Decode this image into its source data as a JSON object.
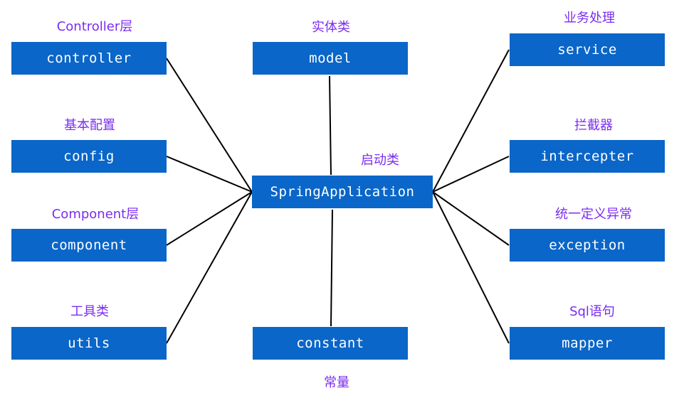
{
  "colors": {
    "box_fill": "#0a66c8",
    "box_text": "#ffffff",
    "caption_text": "#7a2df0",
    "connector": "#000000"
  },
  "center": {
    "label": "SpringApplication",
    "caption": "启动类"
  },
  "nodes": {
    "controller": {
      "label": "controller",
      "caption": "Controller层"
    },
    "config": {
      "label": "config",
      "caption": "基本配置"
    },
    "component": {
      "label": "component",
      "caption": "Component层"
    },
    "utils": {
      "label": "utils",
      "caption": "工具类"
    },
    "model": {
      "label": "model",
      "caption": "实体类"
    },
    "constant": {
      "label": "constant",
      "caption": "常量"
    },
    "service": {
      "label": "service",
      "caption": "业务处理"
    },
    "intercepter": {
      "label": "intercepter",
      "caption": "拦截器"
    },
    "exception": {
      "label": "exception",
      "caption": "统一定义异常"
    },
    "mapper": {
      "label": "mapper",
      "caption": "Sql语句"
    }
  }
}
